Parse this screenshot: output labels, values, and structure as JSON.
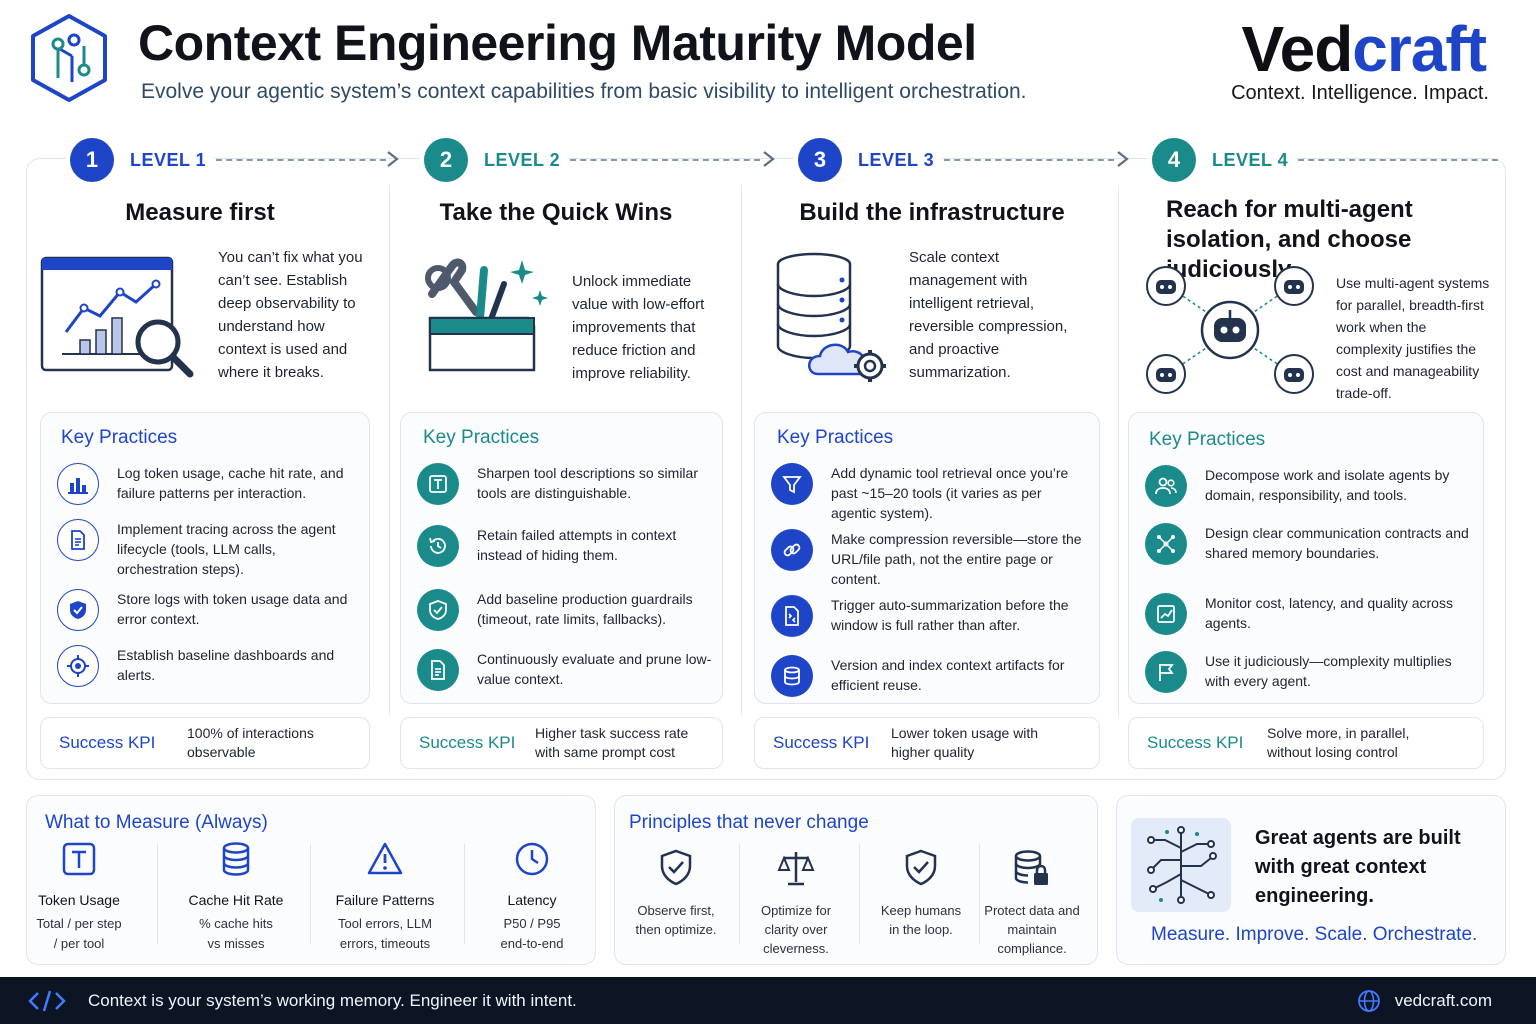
{
  "header": {
    "title": "Context Engineering Maturity Model",
    "subtitle": "Evolve your agentic system’s context capabilities from basic visibility to intelligent orchestration.",
    "brand_a": "Ved",
    "brand_b": "craft",
    "brand_tagline": "Context. Intelligence. Impact."
  },
  "colors": {
    "blue": "#1e45c8",
    "teal": "#1b8a8b",
    "navy": "#0d1424"
  },
  "levels": [
    {
      "number": "1",
      "label": "LEVEL 1",
      "title": "Measure first",
      "description": "You can’t fix what you can’t see. Establish deep observability to understand how context is used and where it breaks.",
      "key_practices_title": "Key Practices",
      "practices": [
        {
          "icon": "bar-chart-icon",
          "text": "Log token usage, cache hit rate, and failure patterns per interaction."
        },
        {
          "icon": "document-icon",
          "text": "Implement tracing across the agent lifecycle (tools, LLM calls, orchestration steps)."
        },
        {
          "icon": "shield-check-icon",
          "text": "Store logs with token usage data and error context."
        },
        {
          "icon": "target-icon",
          "text": "Establish baseline dashboards and alerts."
        }
      ],
      "kpi_label": "Success KPI",
      "kpi_value": "100% of interactions observable"
    },
    {
      "number": "2",
      "label": "LEVEL 2",
      "title": "Take the Quick Wins",
      "description": "Unlock immediate value with low-effort improvements that reduce friction and improve reliability.",
      "key_practices_title": "Key Practices",
      "practices": [
        {
          "icon": "text-box-icon",
          "text": "Sharpen tool descriptions so similar tools are distinguishable."
        },
        {
          "icon": "history-icon",
          "text": "Retain failed attempts in context instead of hiding them."
        },
        {
          "icon": "shield-check-icon",
          "text": "Add baseline production guardrails (timeout, rate limits, fallbacks)."
        },
        {
          "icon": "checklist-icon",
          "text": "Continuously evaluate and prune low-value context."
        }
      ],
      "kpi_label": "Success KPI",
      "kpi_value": "Higher task success rate with same prompt cost"
    },
    {
      "number": "3",
      "label": "LEVEL 3",
      "title": "Build the infrastructure",
      "description": "Scale context management with intelligent retrieval, reversible compression, and proactive summarization.",
      "key_practices_title": "Key Practices",
      "practices": [
        {
          "icon": "filter-icon",
          "text": "Add dynamic tool retrieval once you’re past ~15–20 tools (it varies as per agentic system)."
        },
        {
          "icon": "link-icon",
          "text": "Make compression reversible—store the URL/file path, not the entire page or content."
        },
        {
          "icon": "compress-icon",
          "text": "Trigger auto-summarization before the window is full rather than after."
        },
        {
          "icon": "database-icon",
          "text": "Version and index context artifacts for efficient reuse."
        }
      ],
      "kpi_label": "Success KPI",
      "kpi_value": "Lower token usage with higher quality"
    },
    {
      "number": "4",
      "label": "LEVEL 4",
      "title": "Reach for multi-agent isolation, and choose judiciously",
      "description": "Use multi-agent systems for parallel, breadth-first work when the complexity justifies the cost and manageability trade-off.",
      "key_practices_title": "Key Practices",
      "practices": [
        {
          "icon": "users-icon",
          "text": "Decompose work and isolate agents by domain, responsibility, and tools."
        },
        {
          "icon": "network-icon",
          "text": "Design clear communication contracts and shared memory boundaries."
        },
        {
          "icon": "monitor-chart-icon",
          "text": "Monitor cost, latency, and quality across agents."
        },
        {
          "icon": "flag-icon",
          "text": "Use it judiciously—complexity multiplies with every agent."
        }
      ],
      "kpi_label": "Success KPI",
      "kpi_value": "Solve more, in parallel, without losing control"
    }
  ],
  "measure": {
    "title": "What to Measure (Always)",
    "metrics": [
      {
        "icon": "token-icon",
        "name": "Token Usage",
        "desc": "Total / per step / per tool"
      },
      {
        "icon": "database-icon",
        "name": "Cache Hit Rate",
        "desc": "% cache hits vs misses"
      },
      {
        "icon": "warning-icon",
        "name": "Failure Patterns",
        "desc": "Tool errors, LLM errors, timeouts"
      },
      {
        "icon": "clock-icon",
        "name": "Latency",
        "desc": "P50 / P95 end-to-end"
      }
    ]
  },
  "principles": {
    "title": "Principles that never change",
    "items": [
      {
        "icon": "shield-check-icon",
        "text": "Observe first, then optimize."
      },
      {
        "icon": "scale-icon",
        "text": "Optimize for clarity over cleverness."
      },
      {
        "icon": "shield-check-icon",
        "text": "Keep humans in the loop."
      },
      {
        "icon": "database-lock-icon",
        "text": "Protect data and maintain compliance."
      }
    ]
  },
  "closing": {
    "text": "Great agents are built with great context engineering.",
    "tagline": "Measure. Improve. Scale. Orchestrate."
  },
  "footer": {
    "text": "Context is your system’s working memory. Engineer it with intent.",
    "link": "vedcraft.com"
  }
}
